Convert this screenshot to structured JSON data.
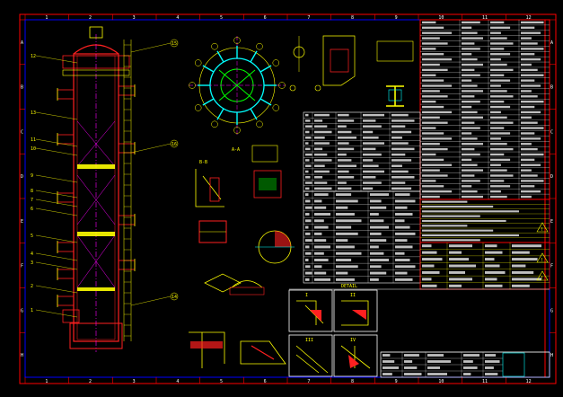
{
  "drawing": {
    "ruler_top": [
      "1",
      "2",
      "3",
      "4",
      "5",
      "6",
      "7",
      "8",
      "9",
      "10",
      "11",
      "12"
    ],
    "ruler_side": [
      "A",
      "B",
      "C",
      "D",
      "E",
      "F",
      "G",
      "H"
    ],
    "column_part_numbers": [
      "12",
      "13",
      "11",
      "10",
      "9",
      "8",
      "7",
      "6",
      "5",
      "4",
      "3",
      "2",
      "1",
      "15",
      "16",
      "14"
    ],
    "section_labels": [
      "A-A",
      "B-B",
      "I",
      "II",
      "III",
      "IV"
    ],
    "detail_caption": "DETAIL",
    "warning_symbol": "!"
  },
  "colors": {
    "background": "#000000",
    "primary_lines": "#ffff00",
    "frame_outer": "#ff0000",
    "frame_inner": "#0000ff",
    "shell": "#ff2020",
    "centerline": "#ff00ff",
    "flange": "#00ffff",
    "nozzle_ring": "#00ff00",
    "table_text": "#ffffff"
  }
}
